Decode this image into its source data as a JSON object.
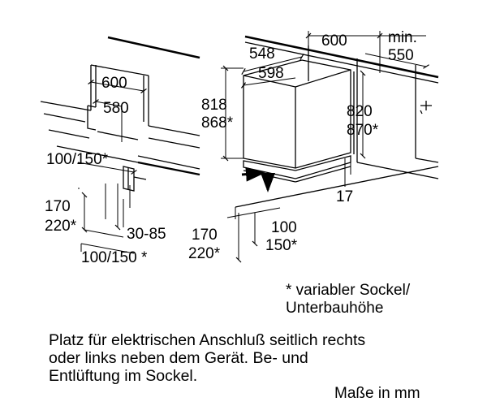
{
  "left_view": {
    "width_top": "600",
    "width_inner": "580",
    "sockel_height": "100/150*",
    "height_a": "170",
    "height_b": "220*",
    "depth_range": "30-85",
    "bottom_label": "100/150 *"
  },
  "right_view": {
    "min_label": "min.",
    "niche_width": "600",
    "niche_depth": "550",
    "depth": "548",
    "width": "598",
    "height_a": "818",
    "height_b": "868*",
    "niche_height_a": "820",
    "niche_height_b": "870*",
    "offset": "17",
    "plinth_a": "100",
    "plinth_b": "150*",
    "foot_a": "170",
    "foot_b": "220*"
  },
  "footnote": {
    "line1": "* variabler Sockel/",
    "line2": "Unterbauhöhe"
  },
  "info": {
    "line1": "Platz für elektrischen Anschluß seitlich rechts",
    "line2": "oder links neben dem Gerät. Be- und",
    "line3": "Entlüftung im Sockel."
  },
  "units": "Maße in mm"
}
